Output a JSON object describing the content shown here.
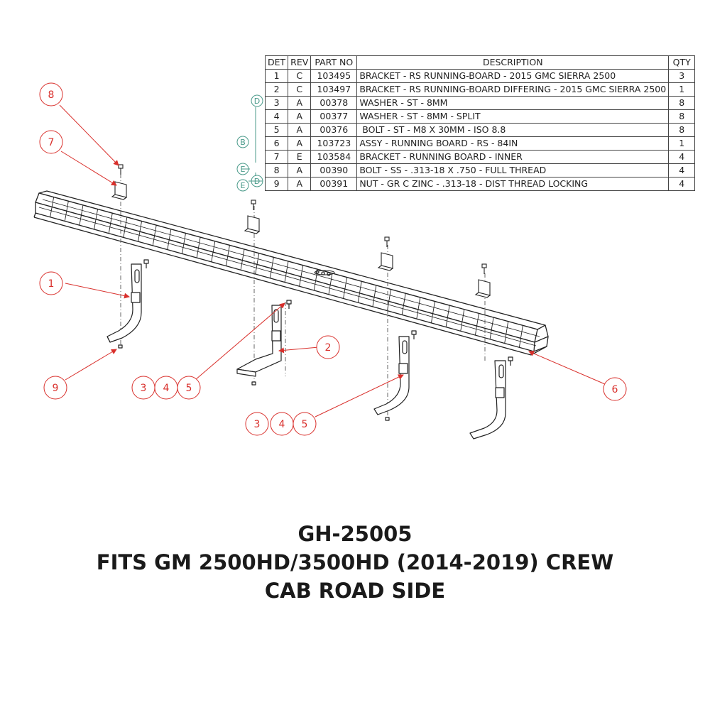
{
  "bom": {
    "headers": [
      "DET",
      "REV",
      "PART NO",
      "DESCRIPTION",
      "QTY"
    ],
    "rows": [
      [
        "1",
        "C",
        "103495",
        "BRACKET - RS RUNNING-BOARD - 2015 GMC SIERRA 2500",
        "3"
      ],
      [
        "2",
        "C",
        "103497",
        "BRACKET - RS RUNNING-BOARD DIFFERING - 2015 GMC SIERRA 2500",
        "1"
      ],
      [
        "3",
        "A",
        "00378",
        "WASHER - ST - 8MM",
        "8"
      ],
      [
        "4",
        "A",
        "00377",
        "WASHER - ST - 8MM - SPLIT",
        "8"
      ],
      [
        "5",
        "A",
        "00376",
        " BOLT - ST - M8 X 30MM - ISO 8.8",
        "8"
      ],
      [
        "6",
        "A",
        "103723",
        "ASSY - RUNNING BOARD - RS - 84IN",
        "1"
      ],
      [
        "7",
        "E",
        "103584",
        "BRACKET - RUNNING BOARD - INNER",
        "4"
      ],
      [
        "8",
        "A",
        "00390",
        "BOLT - SS - .313-18 X .750 - FULL THREAD",
        "4"
      ],
      [
        "9",
        "A",
        "00391",
        "NUT - GR C ZINC - .313-18 - DIST THREAD LOCKING",
        "4"
      ]
    ]
  },
  "revision_markers": [
    "D",
    "B",
    "E",
    "D",
    "E"
  ],
  "callouts": [
    "8",
    "7",
    "1",
    "9",
    "3",
    "4",
    "5",
    "2",
    "6",
    "3",
    "4",
    "5"
  ],
  "title": {
    "line1": "GH-25005",
    "line2": "FITS GM 2500HD/3500HD (2014-2019) CREW",
    "line3": "CAB ROAD SIDE"
  },
  "colors": {
    "callout": "#d9302c",
    "revision": "#4a9a8a",
    "line": "#222222"
  }
}
